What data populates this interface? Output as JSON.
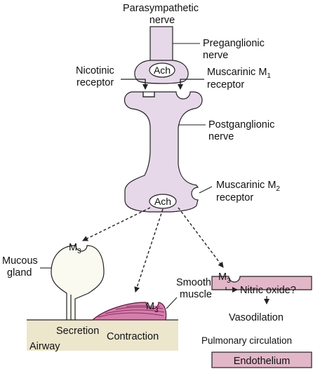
{
  "labels": {
    "parasympathetic_line1": "Parasympathetic",
    "parasympathetic_line2": "nerve",
    "preganglionic_line1": "Preganglionic",
    "preganglionic_line2": "nerve",
    "nicotinic_line1": "Nicotinic",
    "nicotinic_line2": "receptor",
    "muscarinic_m1_line1": "Muscarinic M",
    "muscarinic_m1_sub": "1",
    "muscarinic_m1_line2": "receptor",
    "postganglionic_line1": "Postganglionic",
    "postganglionic_line2": "nerve",
    "muscarinic_m2_line1": "Muscarinic M",
    "muscarinic_m2_sub": "2",
    "muscarinic_m2_line2": "receptor",
    "ach_pre": "Ach",
    "ach_post": "Ach",
    "mucous_line1": "Mucous",
    "mucous_line2": "gland",
    "m3_gland": "M",
    "m3_gland_sub": "3",
    "smooth_line1": "Smooth",
    "smooth_line2": "muscle",
    "m3_muscle": "M",
    "m3_muscle_sub": "3",
    "m3_endo": "M",
    "m3_endo_sub": "3",
    "nitric_oxide": "Nitric oxide?",
    "vasodilation": "Vasodilation",
    "pulmonary_circulation": "Pulmonary circulation",
    "endothelium": "Endothelium",
    "secretion": "Secretion",
    "contraction": "Contraction",
    "airway": "Airway"
  },
  "colors": {
    "nerve_fill": "#e6d8e9",
    "gland_fill": "#fbfaf1",
    "airway_fill": "#ece6cd",
    "endothelium_fill": "#e2b7c8",
    "muscle_fill": "#d37fac",
    "muscle_stripe": "#8e2c62",
    "stroke": "#222222"
  }
}
